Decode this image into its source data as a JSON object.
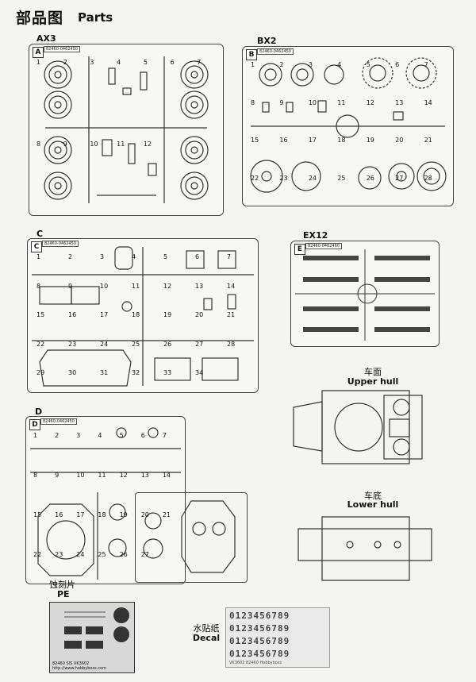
{
  "header": {
    "title_cn": "部品图",
    "title_en": "Parts"
  },
  "sheets": {
    "ax3": {
      "label": "AX3",
      "letter": "A",
      "code": "82460-0462450"
    },
    "bx2": {
      "label": "BX2",
      "letter": "B",
      "code": "82460-0462450"
    },
    "c": {
      "label": "C",
      "letter": "C",
      "code": "82460-0462450"
    },
    "ex12": {
      "label": "EX12",
      "letter": "E",
      "code": "82460-0462460"
    },
    "d": {
      "label": "D",
      "letter": "D",
      "code": "82460-0462450"
    }
  },
  "upper_hull": {
    "cn": "车面",
    "en": "Upper hull"
  },
  "lower_hull": {
    "cn": "车底",
    "en": "Lower hull"
  },
  "pe": {
    "cn": "蚀刻片",
    "en": "PE",
    "foot1": "82460 SIS VK3602",
    "foot2": "http://www.hobbyboss.com"
  },
  "decal": {
    "cn": "水贴纸",
    "en": "Decal",
    "digits": "0123456789",
    "foot": "VK3602   82460   Hobbyboss"
  },
  "part_numbers": {
    "ax3": [
      "1",
      "2",
      "3",
      "4",
      "5",
      "6",
      "7",
      "8",
      "9",
      "10",
      "11",
      "12"
    ],
    "bx2": [
      "1",
      "2",
      "3",
      "4",
      "5",
      "6",
      "7",
      "8",
      "9",
      "10",
      "11",
      "12",
      "13",
      "14",
      "15",
      "16",
      "17",
      "18",
      "19",
      "20",
      "21",
      "22",
      "23",
      "24",
      "25",
      "26",
      "27",
      "28"
    ],
    "c": [
      "1",
      "2",
      "3",
      "4",
      "5",
      "6",
      "7",
      "8",
      "9",
      "10",
      "11",
      "12",
      "13",
      "14",
      "15",
      "16",
      "17",
      "18",
      "19",
      "20",
      "21",
      "22",
      "23",
      "24",
      "25",
      "26",
      "27",
      "28",
      "29",
      "30",
      "31",
      "32",
      "33",
      "34"
    ],
    "d": [
      "1",
      "2",
      "3",
      "4",
      "5",
      "6",
      "7",
      "8",
      "9",
      "10",
      "11",
      "12",
      "13",
      "14",
      "15",
      "16",
      "17",
      "18",
      "19",
      "20",
      "21",
      "22",
      "23",
      "24",
      "25",
      "26",
      "27"
    ]
  }
}
